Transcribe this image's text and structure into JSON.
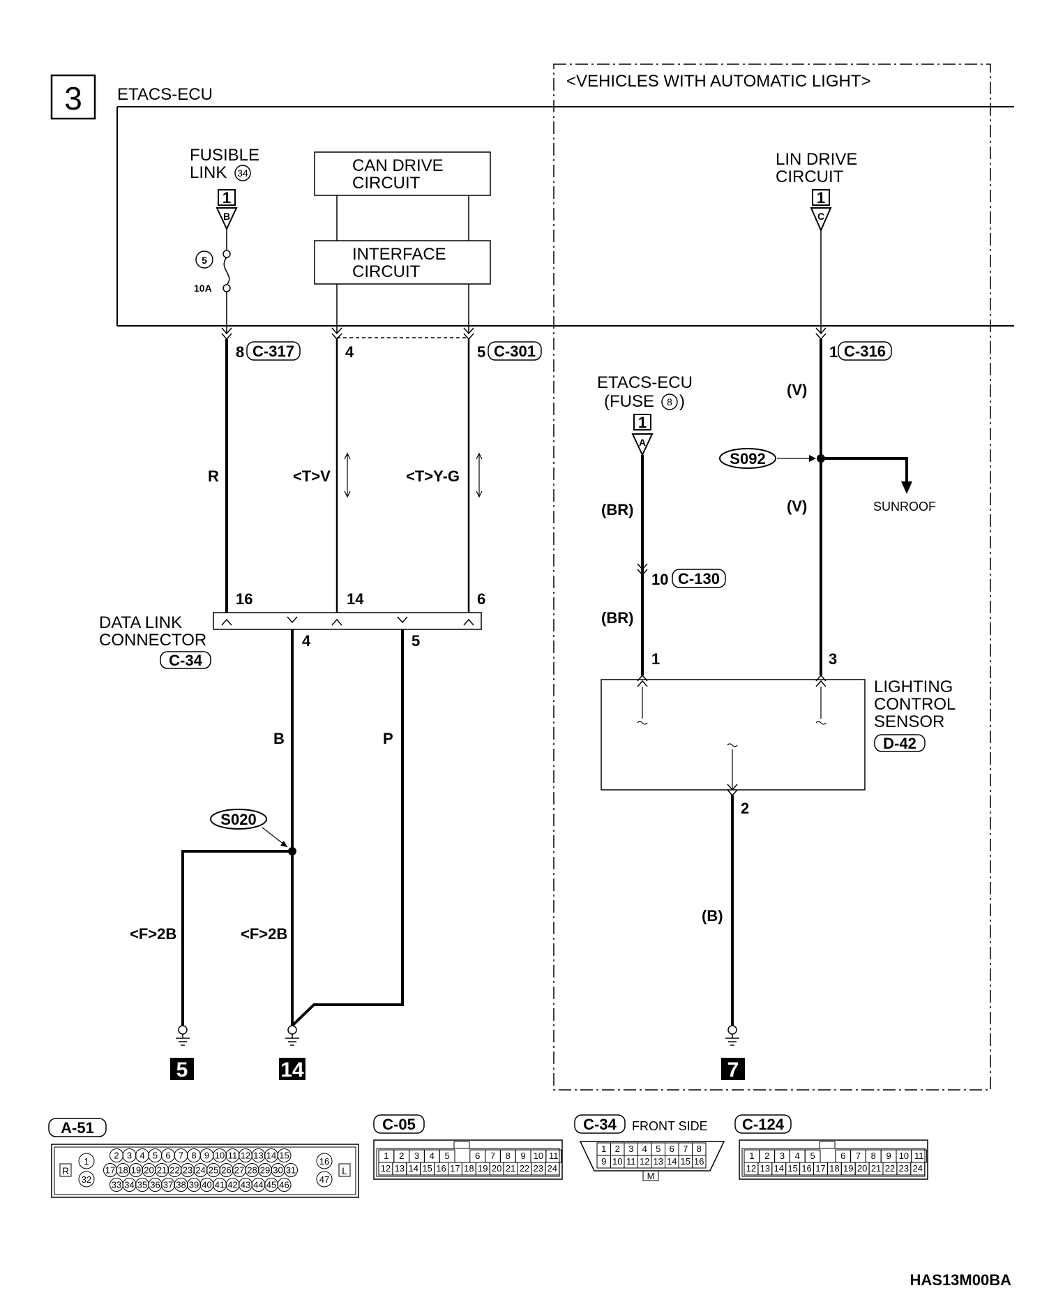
{
  "page_number": "3",
  "ecu_title": "ETACS-ECU",
  "auto_light_note": "<VEHICLES WITH AUTOMATIC LIGHT>",
  "fusible_link": {
    "line1": "FUSIBLE",
    "line2": "LINK",
    "circle": "34",
    "box": "1",
    "tri": "B",
    "fuse_num": "5",
    "fuse_amp": "10A"
  },
  "can_drive": {
    "line1": "CAN DRIVE",
    "line2": "CIRCUIT"
  },
  "interface": {
    "line1": "INTERFACE",
    "line2": "CIRCUIT"
  },
  "lin_drive": {
    "line1": "LIN DRIVE",
    "line2": "CIRCUIT",
    "box": "1",
    "tri": "C"
  },
  "pins_top": {
    "p8": "8",
    "c317": "C-317",
    "p4": "4",
    "p5": "5",
    "c301": "C-301",
    "p1": "1",
    "c316": "C-316"
  },
  "wires": {
    "r": "R",
    "tv": "<T>V",
    "tyg": "<T>Y-G",
    "b": "B",
    "p": "P",
    "f2b_left": "<F>2B",
    "f2b_right": "<F>2B",
    "br1": "(BR)",
    "br2": "(BR)",
    "v1": "(V)",
    "v2": "(V)",
    "b_paren": "(B)"
  },
  "dlc": {
    "line1": "DATA LINK",
    "line2": "CONNECTOR",
    "code": "C-34",
    "p16": "16",
    "p14": "14",
    "p6": "6",
    "p4": "4",
    "p5": "5"
  },
  "splice1": "S020",
  "splice2": "S092",
  "sunroof": "SUNROOF",
  "etacs_fuse": {
    "line1": "ETACS-ECU",
    "line2": "(FUSE",
    "circle": "8",
    "close": ")",
    "box": "1",
    "tri": "A"
  },
  "c130": {
    "pin": "10",
    "code": "C-130"
  },
  "lcs": {
    "line1": "LIGHTING",
    "line2": "CONTROL",
    "line3": "SENSOR",
    "code": "D-42",
    "p1": "1",
    "p3": "3",
    "p2": "2"
  },
  "grounds": {
    "g5": "5",
    "g14": "14",
    "g7": "7"
  },
  "connectors": {
    "a51": {
      "code": "A-51",
      "r": "R",
      "l": "L",
      "row1": [
        "2",
        "3",
        "4",
        "5",
        "6",
        "7",
        "8",
        "9",
        "10",
        "11",
        "12",
        "13",
        "14",
        "15"
      ],
      "row2": [
        "17",
        "18",
        "19",
        "20",
        "21",
        "22",
        "23",
        "24",
        "25",
        "26",
        "27",
        "28",
        "29",
        "30",
        "31"
      ],
      "row3": [
        "33",
        "34",
        "35",
        "36",
        "37",
        "38",
        "39",
        "40",
        "41",
        "42",
        "43",
        "44",
        "45",
        "46"
      ],
      "c1": "1",
      "c32": "32",
      "c16": "16",
      "c47": "47"
    },
    "c05": {
      "code": "C-05",
      "top": [
        "1",
        "2",
        "3",
        "4",
        "5",
        "",
        "6",
        "7",
        "8",
        "9",
        "10",
        "11"
      ],
      "bot": [
        "12",
        "13",
        "14",
        "15",
        "16",
        "17",
        "18",
        "19",
        "20",
        "21",
        "22",
        "23",
        "24"
      ]
    },
    "c34": {
      "code": "C-34",
      "front": "FRONT SIDE",
      "top": [
        "1",
        "2",
        "3",
        "4",
        "5",
        "6",
        "7",
        "8"
      ],
      "bot": [
        "9",
        "10",
        "11",
        "12",
        "13",
        "14",
        "15",
        "16"
      ],
      "m": "M"
    },
    "c124": {
      "code": "C-124",
      "top": [
        "1",
        "2",
        "3",
        "4",
        "5",
        "",
        "6",
        "7",
        "8",
        "9",
        "10",
        "11"
      ],
      "bot": [
        "12",
        "13",
        "14",
        "15",
        "16",
        "17",
        "18",
        "19",
        "20",
        "21",
        "22",
        "23",
        "24"
      ]
    }
  },
  "footer_code": "HAS13M00BA"
}
